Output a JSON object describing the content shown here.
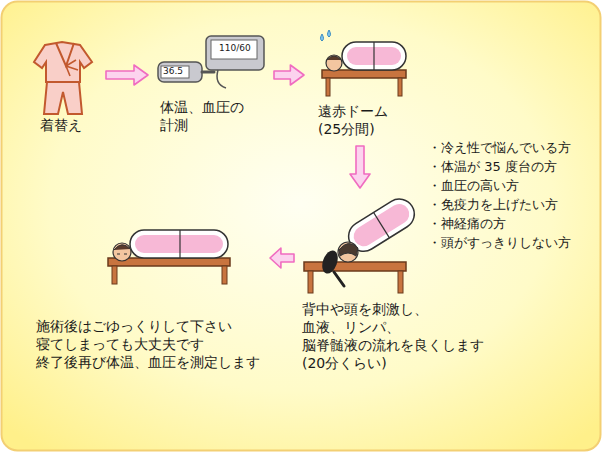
{
  "diagram": {
    "nodes": [
      {
        "text": [
          "着替え"
        ]
      },
      {
        "text": [
          "体温、血圧の 計測"
        ]
      },
      {
        "text": [
          "遠赤ドーム (25分間)"
        ]
      },
      {
        "text": [
          "背中や頭を刺激し、 血液、リンパ、 脳脊髄液の流れを良くします (20分くらい)"
        ]
      },
      {
        "text": [
          "施術後はごゆっくりして下さい 寝てしまっても大丈夫です 終了後再び体温、血圧を測定します"
        ]
      }
    ],
    "edges": [
      {
        "from": 0,
        "to": 1,
        "arrow": "to"
      },
      {
        "from": 1,
        "to": 2,
        "arrow": "to"
      },
      {
        "from": 2,
        "to": 3,
        "arrow": "to"
      },
      {
        "from": 3,
        "to": 4,
        "arrow": "to"
      }
    ],
    "labels": [
      "36.5",
      "110/60",
      "・冷え性で悩んでいる方",
      "・体温が 35 度台の方",
      "・血圧の高い方",
      "・免疫力を上げたい方",
      "・神経痛の方",
      "・頭がすっきりしない方"
    ]
  }
}
